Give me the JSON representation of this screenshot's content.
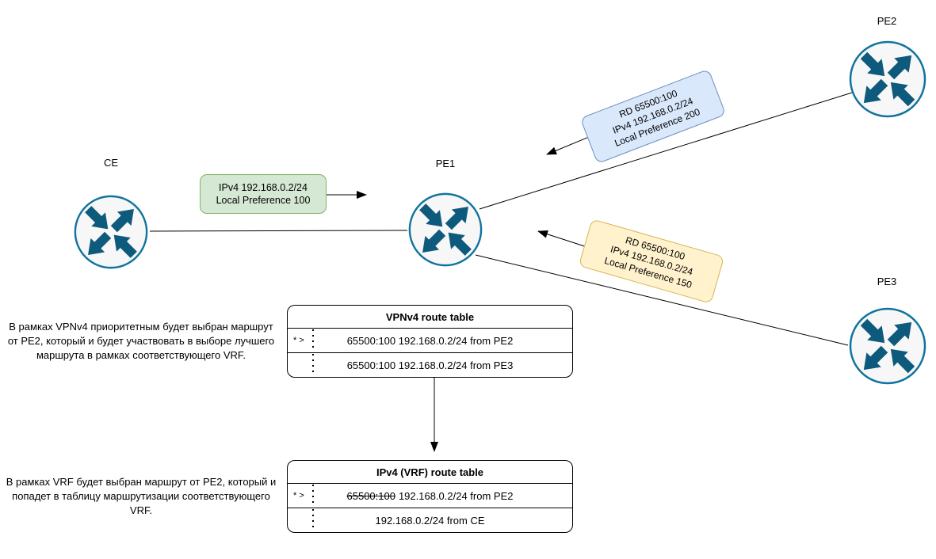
{
  "nodes": {
    "ce": {
      "label": "CE",
      "type": "router"
    },
    "pe1": {
      "label": "PE1",
      "type": "router"
    },
    "pe2": {
      "label": "PE2",
      "type": "router"
    },
    "pe3": {
      "label": "PE3",
      "type": "router"
    }
  },
  "route_labels": {
    "ce_to_pe1": {
      "lines": [
        "IPv4 192.168.0.2/24",
        "Local Preference 100"
      ],
      "fill": "#d5e8d4",
      "stroke": "#82b366"
    },
    "pe2_to_pe1": {
      "lines": [
        "RD 65500:100",
        "IPv4 192.168.0.2/24",
        "Local Preference 200"
      ],
      "fill": "#dae8fc",
      "stroke": "#6c8ebf"
    },
    "pe3_to_pe1": {
      "lines": [
        "RD 65500:100",
        "IPv4 192.168.0.2/24",
        "Local Preference 150"
      ],
      "fill": "#fff2cc",
      "stroke": "#d6b656"
    }
  },
  "tables": {
    "vpnv4": {
      "title": "VPNv4 route table",
      "rows": [
        {
          "marker": "* >",
          "struck": "",
          "entry": "65500:100 192.168.0.2/24 from PE2"
        },
        {
          "marker": "",
          "struck": "",
          "entry": "65500:100 192.168.0.2/24 from PE3"
        }
      ]
    },
    "vrf": {
      "title": "IPv4 (VRF) route table",
      "rows": [
        {
          "marker": "* >",
          "struck": "65500:100",
          "entry": "192.168.0.2/24 from PE2"
        },
        {
          "marker": "",
          "struck": "",
          "entry": "192.168.0.2/24 from CE"
        }
      ]
    }
  },
  "notes": {
    "vpnv4_note": "В рамках VPNv4 приоритетным будет выбран маршрут от PE2, который и будет участвовать в выборе лучшего маршрута в рамках соответствующего VRF.",
    "vrf_note": "В рамках VRF  будет выбран маршрут от PE2, который и попадет в таблицу маршрутизации соответствующего VRF."
  },
  "colors": {
    "router_stroke": "#10739e",
    "router_arrow": "#0e5a7d",
    "router_fill": "#f7f7f7",
    "connector": "#000000"
  }
}
